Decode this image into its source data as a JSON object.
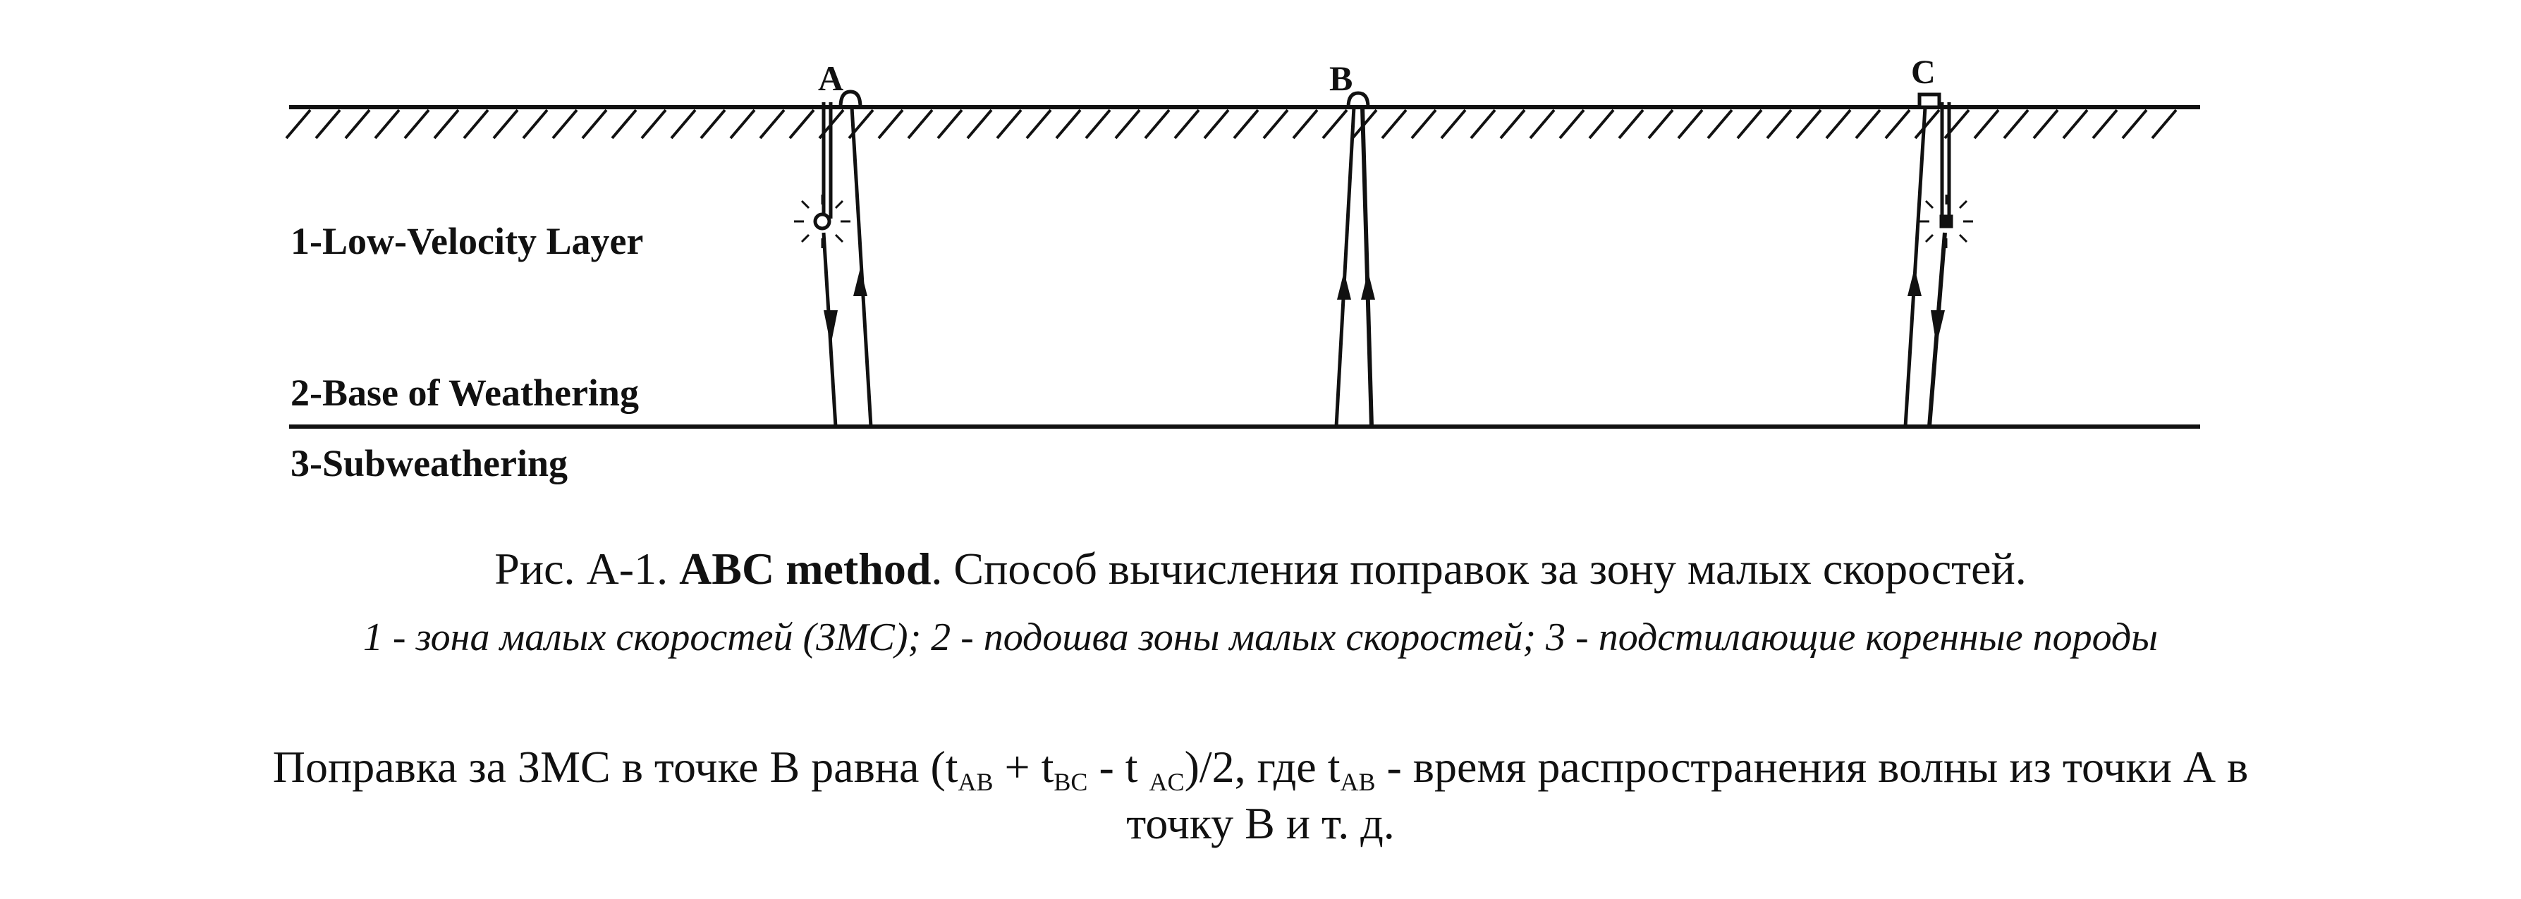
{
  "diagram": {
    "points": [
      {
        "id": "A",
        "label": "A"
      },
      {
        "id": "B",
        "label": "B"
      },
      {
        "id": "C",
        "label": "C"
      }
    ],
    "layers": {
      "layer1": "1-Low-Velocity Layer",
      "layer2": "2-Base of Weathering",
      "layer3": "3-Subweathering"
    }
  },
  "caption": {
    "figure_prefix": "Рис. А-1. ",
    "method_name": "ABC method",
    "description": ".  Способ вычисления поправок за зону малых скоростей.",
    "legend": "1 - зона малых скоростей (ЗМС); 2 - подошва зоны малых скоростей; 3 - подстилающие коренные породы"
  },
  "formula": {
    "text_start": "Поправка за ЗМС в точке В равна (t",
    "sub_ab": "AB",
    "plus": " + t",
    "sub_bc": "BC",
    "minus": " - t ",
    "sub_ac": "AC",
    "text_mid": ")/2, где t",
    "sub_ab2": "AB",
    "text_end": " - время распространения волны из точки А в",
    "line2": "точку В и т. д."
  }
}
